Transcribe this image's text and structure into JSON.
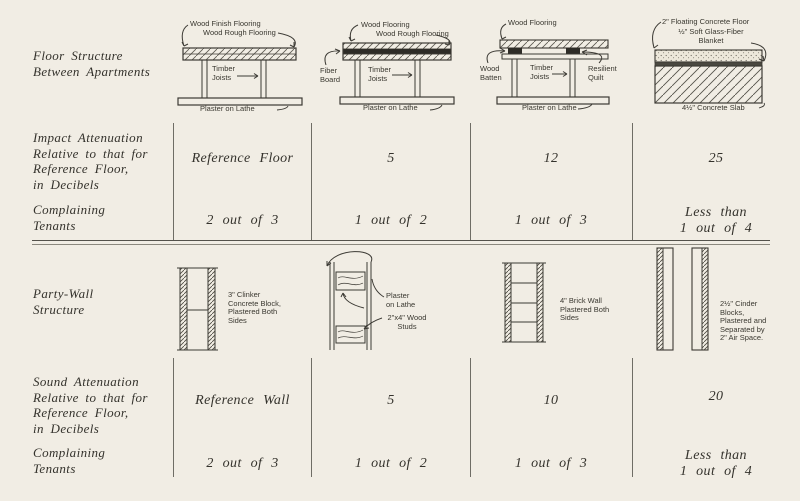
{
  "palette": {
    "background": "#f1ede4",
    "ink": "#34322c",
    "line": "#3c3a34",
    "rule": "#54524b"
  },
  "left_column": {
    "floor_structure_label": "Floor Structure\nBetween Apartments",
    "impact_label": "Impact Attenuation\nRelative to that for\nReference Floor,\nin Decibels",
    "complaining_label_1": "Complaining\nTenants",
    "party_wall_label": "Party-Wall\nStructure",
    "sound_label": "Sound Attenuation\nRelative to that for\nReference Floor,\nin Decibels",
    "complaining_label_2": "Complaining\nTenants"
  },
  "impact_row": {
    "values": [
      "Reference Floor",
      "5",
      "12",
      "25"
    ]
  },
  "complaining_row_1": {
    "values": [
      "2 out of 3",
      "1 out of 2",
      "1 out of 3",
      "Less than\n1 out of 4"
    ]
  },
  "sound_row": {
    "values": [
      "Reference Wall",
      "5",
      "10",
      "20"
    ]
  },
  "complaining_row_2": {
    "values": [
      "2 out of 3",
      "1 out of 2",
      "1 out of 3",
      "Less than\n1 out of 4"
    ]
  },
  "floor_drawings": [
    {
      "name": "reference-timber-floor",
      "annotations": [
        "Wood Finish Flooring",
        "Wood Rough Flooring",
        "Timber\nJoists",
        "Plaster on Lathe"
      ]
    },
    {
      "name": "fiber-board-floor",
      "annotations": [
        "Wood Flooring",
        "Wood Rough Flooring",
        "Fiber\nBoard",
        "Timber\nJoists",
        "Plaster on Lathe"
      ]
    },
    {
      "name": "floating-wood-floor",
      "annotations": [
        "Wood Flooring",
        "Wood\nBatten",
        "Timber\nJoists",
        "Resilient\nQuilt",
        "Plaster on Lathe"
      ]
    },
    {
      "name": "floating-concrete-floor",
      "annotations": [
        "2\" Floating Concrete Floor",
        "½\" Soft Glass-Fiber\nBlanket",
        "4½\" Concrete Slab"
      ]
    }
  ],
  "wall_drawings": [
    {
      "name": "clinker-block-wall",
      "annotations": [
        "3\" Clinker\nConcrete Block,\nPlastered Both\nSides"
      ]
    },
    {
      "name": "wood-stud-wall",
      "annotations": [
        "Plaster\non Lathe",
        "2\"x4\" Wood\nStuds"
      ]
    },
    {
      "name": "brick-wall",
      "annotations": [
        "4\" Brick Wall\nPlastered Both\nSides"
      ]
    },
    {
      "name": "cinder-block-cavity-wall",
      "annotations": [
        "2½\" Cinder\nBlocks,\nPlastered and\nSeparated by\n2\" Air Space."
      ]
    }
  ]
}
